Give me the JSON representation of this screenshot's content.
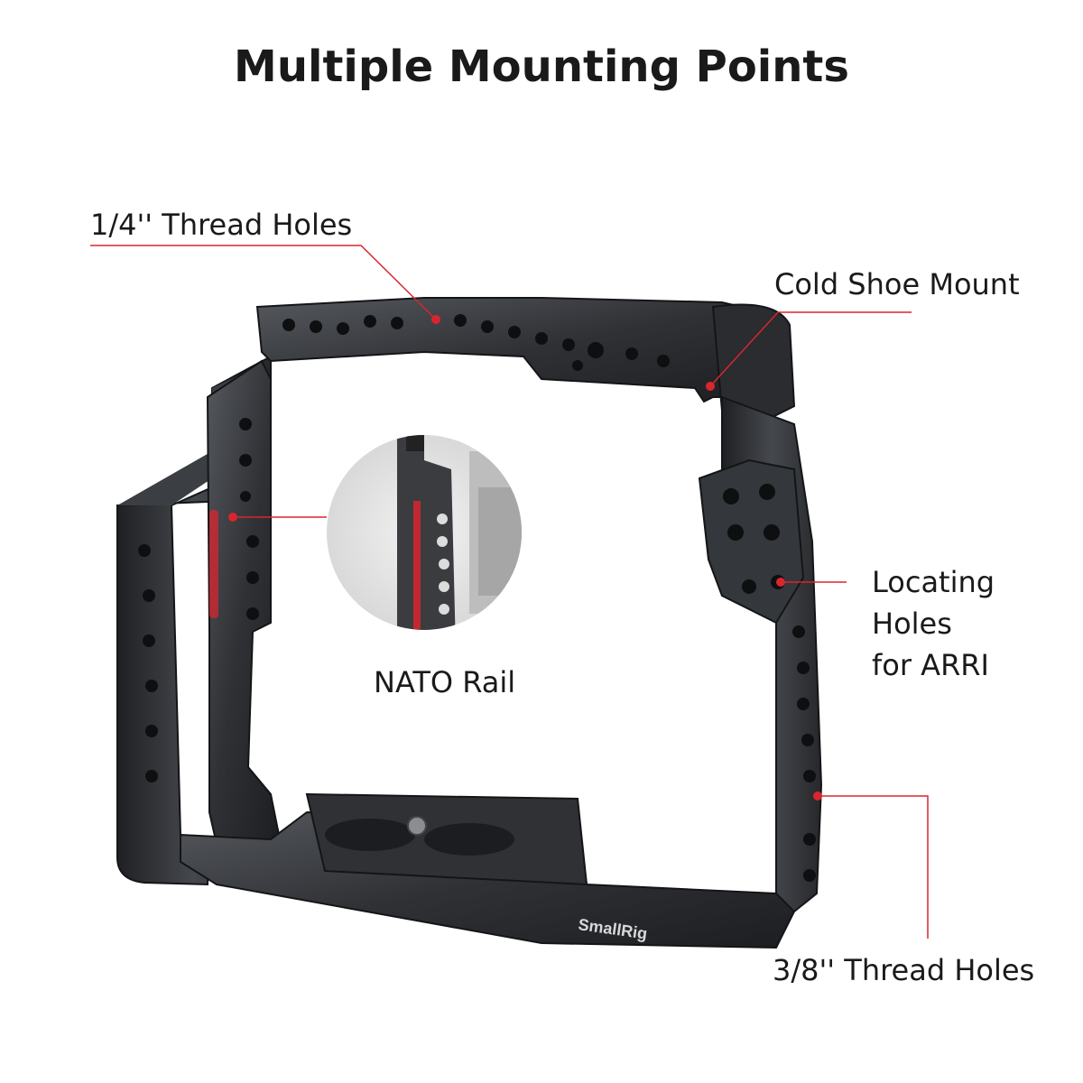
{
  "title": "Multiple Mounting Points",
  "callouts": {
    "quarter_thread": "1/4'' Thread Holes",
    "cold_shoe": "Cold Shoe Mount",
    "nato_rail": "NATO Rail",
    "arri_line1": "Locating",
    "arri_line2": "Holes",
    "arri_line3": "for ARRI",
    "three_eighth_thread": "3/8'' Thread Holes"
  },
  "brand": "SmallRig",
  "colors": {
    "accent": "#d8262f",
    "metal": "#2e3033",
    "metal_light": "#4a4d52",
    "background": "#ffffff"
  }
}
